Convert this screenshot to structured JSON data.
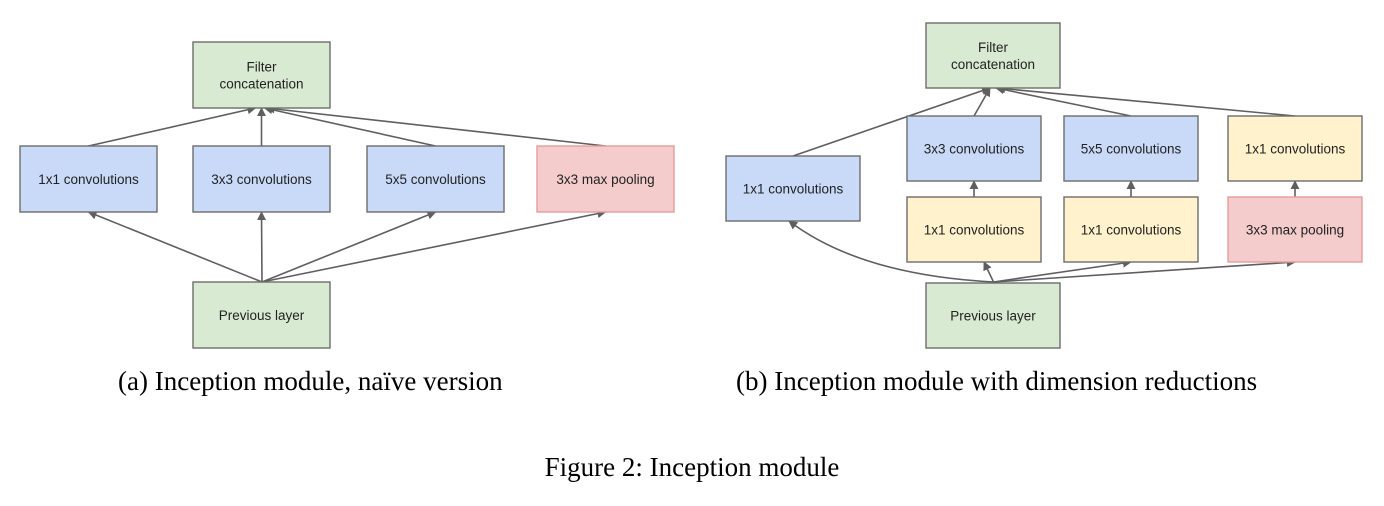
{
  "colors": {
    "green_fill": "#d9ead3",
    "blue_fill": "#c9daf8",
    "yellow_fill": "#fff2cc",
    "red_fill": "#f4cccc",
    "red_stroke": "#e69c9f",
    "gray_stroke": "#6d6d6d",
    "edge": "#5f5f5f"
  },
  "diagram_a": {
    "caption": "(a) Inception module, naïve version",
    "nodes": {
      "concat": {
        "lines": [
          "Filter",
          "concatenation"
        ],
        "color": "green"
      },
      "conv1": {
        "lines": [
          "1x1 convolutions"
        ],
        "color": "blue"
      },
      "conv3": {
        "lines": [
          "3x3 convolutions"
        ],
        "color": "blue"
      },
      "conv5": {
        "lines": [
          "5x5 convolutions"
        ],
        "color": "blue"
      },
      "pool": {
        "lines": [
          "3x3 max pooling"
        ],
        "color": "red"
      },
      "prev": {
        "lines": [
          "Previous layer"
        ],
        "color": "green"
      }
    },
    "edges": [
      [
        "prev",
        "conv1"
      ],
      [
        "prev",
        "conv3"
      ],
      [
        "prev",
        "conv5"
      ],
      [
        "prev",
        "pool"
      ],
      [
        "conv1",
        "concat"
      ],
      [
        "conv3",
        "concat"
      ],
      [
        "conv5",
        "concat"
      ],
      [
        "pool",
        "concat"
      ]
    ]
  },
  "diagram_b": {
    "caption": "(b) Inception module with dimension reductions",
    "nodes": {
      "concat": {
        "lines": [
          "Filter",
          "concatenation"
        ],
        "color": "green"
      },
      "conv1": {
        "lines": [
          "1x1 convolutions"
        ],
        "color": "blue"
      },
      "conv3": {
        "lines": [
          "3x3 convolutions"
        ],
        "color": "blue"
      },
      "conv5": {
        "lines": [
          "5x5 convolutions"
        ],
        "color": "blue"
      },
      "proj": {
        "lines": [
          "1x1 convolutions"
        ],
        "color": "yellow"
      },
      "red3": {
        "lines": [
          "1x1 convolutions"
        ],
        "color": "yellow"
      },
      "red5": {
        "lines": [
          "1x1 convolutions"
        ],
        "color": "yellow"
      },
      "pool": {
        "lines": [
          "3x3 max pooling"
        ],
        "color": "red"
      },
      "prev": {
        "lines": [
          "Previous layer"
        ],
        "color": "green"
      }
    },
    "edges": [
      [
        "prev",
        "conv1"
      ],
      [
        "prev",
        "red3"
      ],
      [
        "prev",
        "red5"
      ],
      [
        "prev",
        "pool"
      ],
      [
        "red3",
        "conv3"
      ],
      [
        "red5",
        "conv5"
      ],
      [
        "pool",
        "proj"
      ],
      [
        "conv1",
        "concat"
      ],
      [
        "conv3",
        "concat"
      ],
      [
        "conv5",
        "concat"
      ],
      [
        "proj",
        "concat"
      ]
    ]
  },
  "figure_caption": "Figure 2: Inception module"
}
